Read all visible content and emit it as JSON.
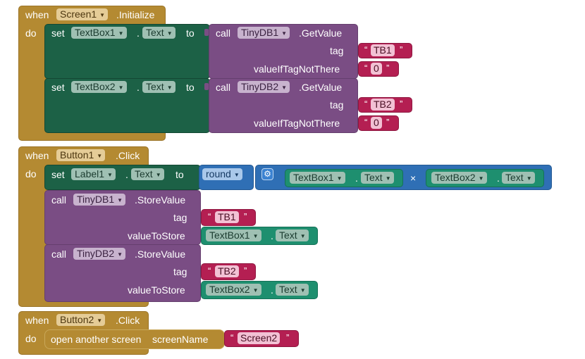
{
  "event1": {
    "when": "when",
    "component": "Screen1",
    "event": ".Initialize",
    "do": "do",
    "statements": [
      {
        "set": "set",
        "component": "TextBox1",
        "dot": ".",
        "property": "Text",
        "to": "to",
        "call": "call",
        "db": "TinyDB1",
        "method": ".GetValue",
        "tag_label": "tag",
        "tag_value": "TB1",
        "default_label": "valueIfTagNotThere",
        "default_value": "0"
      },
      {
        "set": "set",
        "component": "TextBox2",
        "dot": ".",
        "property": "Text",
        "to": "to",
        "call": "call",
        "db": "TinyDB2",
        "method": ".GetValue",
        "tag_label": "tag",
        "tag_value": "TB2",
        "default_label": "valueIfTagNotThere",
        "default_value": "0"
      }
    ]
  },
  "event2": {
    "when": "when",
    "component": "Button1",
    "event": ".Click",
    "do": "do",
    "set": {
      "set": "set",
      "component": "Label1",
      "dot": ".",
      "property": "Text",
      "to": "to",
      "round": "round",
      "times": "×",
      "left": {
        "component": "TextBox1",
        "dot": ".",
        "property": "Text"
      },
      "right": {
        "component": "TextBox2",
        "dot": ".",
        "property": "Text"
      }
    },
    "stores": [
      {
        "call": "call",
        "db": "TinyDB1",
        "method": ".StoreValue",
        "tag_label": "tag",
        "tag_value": "TB1",
        "value_label": "valueToStore",
        "component": "TextBox1",
        "dot": ".",
        "property": "Text"
      },
      {
        "call": "call",
        "db": "TinyDB2",
        "method": ".StoreValue",
        "tag_label": "tag",
        "tag_value": "TB2",
        "value_label": "valueToStore",
        "component": "TextBox2",
        "dot": ".",
        "property": "Text"
      }
    ]
  },
  "event3": {
    "when": "when",
    "component": "Button2",
    "event": ".Click",
    "do": "do",
    "open_label": "open another screen",
    "screen_label": "screenName",
    "screen_value": "Screen2"
  },
  "quote_open": "“",
  "quote_close": "”",
  "colors": {
    "event": "#b48a32",
    "setter": "#1c6146",
    "procedure": "#7a4d84",
    "text": "#b41f52",
    "component": "#1e8f6f",
    "math": "#2f6fb5"
  }
}
